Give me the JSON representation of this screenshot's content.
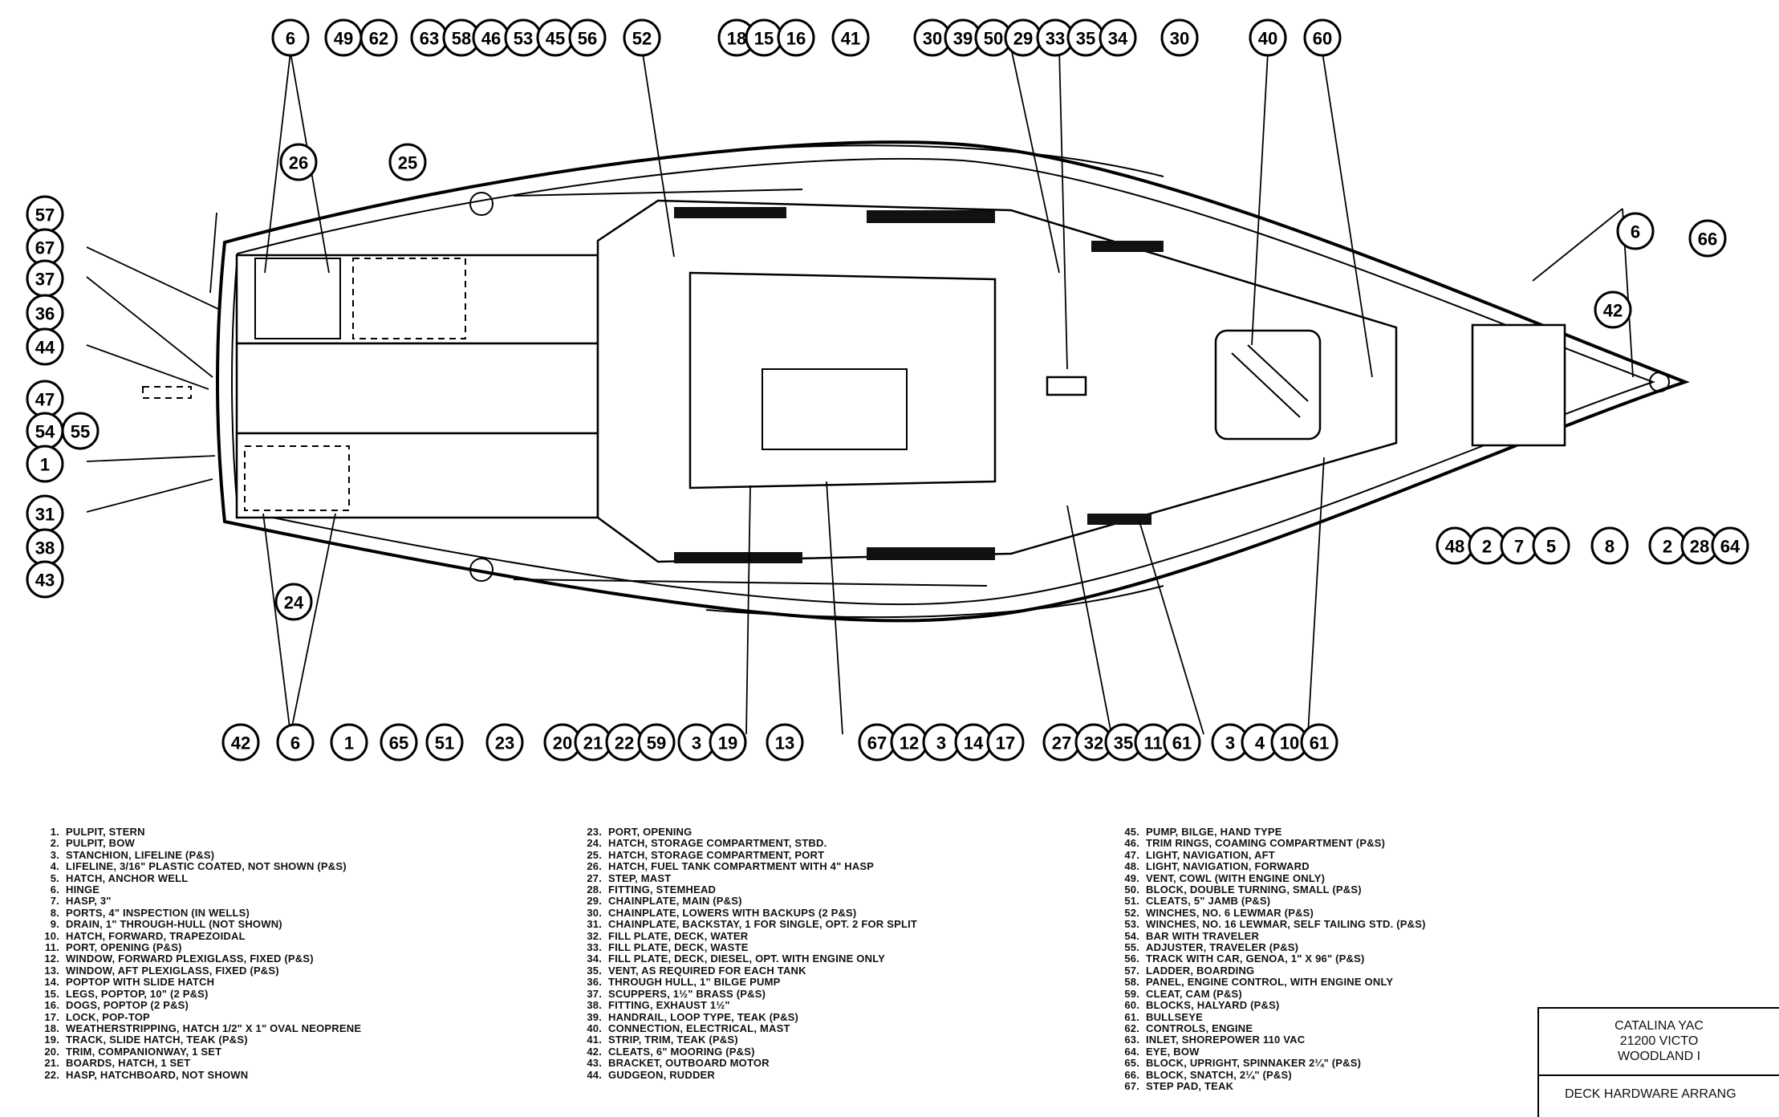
{
  "callouts_top": [
    "6",
    "49",
    "62",
    "63",
    "58",
    "46",
    "53",
    "45",
    "56",
    "52",
    "18",
    "15",
    "16",
    "41",
    "30",
    "39",
    "50",
    "29",
    "33",
    "35",
    "34",
    "30",
    "40",
    "60"
  ],
  "callouts_left": [
    "57",
    "67",
    "37",
    "36",
    "44",
    "47",
    "54",
    "55",
    "1",
    "31",
    "38",
    "43"
  ],
  "callouts_interior": [
    "26",
    "25",
    "24"
  ],
  "callouts_bow": [
    "6",
    "66",
    "42",
    "48",
    "2",
    "7",
    "5",
    "8",
    "2",
    "28",
    "64"
  ],
  "callouts_bottom": [
    "42",
    "6",
    "1",
    "65",
    "51",
    "23",
    "20",
    "21",
    "22",
    "59",
    "3",
    "19",
    "13",
    "67",
    "12",
    "3",
    "14",
    "17",
    "27",
    "32",
    "35",
    "11",
    "61",
    "3",
    "4",
    "10",
    "61"
  ],
  "legend": [
    [
      {
        "n": "1.",
        "t": "PULPIT, STERN"
      },
      {
        "n": "2.",
        "t": "PULPIT, BOW"
      },
      {
        "n": "3.",
        "t": "STANCHION, LIFELINE (P&S)"
      },
      {
        "n": "4.",
        "t": "LIFELINE, 3/16\" PLASTIC COATED, NOT SHOWN (P&S)"
      },
      {
        "n": "5.",
        "t": "HATCH, ANCHOR WELL"
      },
      {
        "n": "6.",
        "t": "HINGE"
      },
      {
        "n": "7.",
        "t": "HASP, 3\""
      },
      {
        "n": "8.",
        "t": "PORTS, 4\" INSPECTION (IN WELLS)"
      },
      {
        "n": "9.",
        "t": "DRAIN, 1\" THROUGH-HULL (NOT SHOWN)"
      },
      {
        "n": "10.",
        "t": "HATCH, FORWARD, TRAPEZOIDAL"
      },
      {
        "n": "11.",
        "t": "PORT, OPENING (P&S)"
      },
      {
        "n": "12.",
        "t": "WINDOW, FORWARD PLEXIGLASS, FIXED (P&S)"
      },
      {
        "n": "13.",
        "t": "WINDOW, AFT PLEXIGLASS, FIXED (P&S)"
      },
      {
        "n": "14.",
        "t": "POPTOP WITH SLIDE HATCH"
      },
      {
        "n": "15.",
        "t": "LEGS, POPTOP, 10\" (2 P&S)"
      },
      {
        "n": "16.",
        "t": "DOGS, POPTOP (2 P&S)"
      },
      {
        "n": "17.",
        "t": "LOCK, POP-TOP"
      },
      {
        "n": "18.",
        "t": "WEATHERSTRIPPING, HATCH 1/2\" x 1\" OVAL NEOPRENE"
      },
      {
        "n": "19.",
        "t": "TRACK, SLIDE HATCH, TEAK (P&S)"
      },
      {
        "n": "20.",
        "t": "TRIM, COMPANIONWAY, 1 SET"
      },
      {
        "n": "21.",
        "t": "BOARDS, HATCH, 1 SET"
      },
      {
        "n": "22.",
        "t": "HASP, HATCHBOARD, NOT SHOWN"
      }
    ],
    [
      {
        "n": "23.",
        "t": "PORT, OPENING"
      },
      {
        "n": "24.",
        "t": "HATCH, STORAGE COMPARTMENT, STBD."
      },
      {
        "n": "25.",
        "t": "HATCH, STORAGE COMPARTMENT, PORT"
      },
      {
        "n": "26.",
        "t": "HATCH, FUEL TANK COMPARTMENT WITH 4\" HASP"
      },
      {
        "n": "27.",
        "t": "STEP, MAST"
      },
      {
        "n": "28.",
        "t": "FITTING, STEMHEAD"
      },
      {
        "n": "29.",
        "t": "CHAINPLATE, MAIN (P&S)"
      },
      {
        "n": "30.",
        "t": "CHAINPLATE, LOWERS WITH BACKUPS (2 P&S)"
      },
      {
        "n": "31.",
        "t": "CHAINPLATE, BACKSTAY, 1 FOR SINGLE, OPT. 2 FOR SPLIT"
      },
      {
        "n": "32.",
        "t": "FILL PLATE, DECK, WATER"
      },
      {
        "n": "33.",
        "t": "FILL PLATE, DECK, WASTE"
      },
      {
        "n": "34.",
        "t": "FILL PLATE, DECK, DIESEL, OPT. WITH ENGINE ONLY"
      },
      {
        "n": "35.",
        "t": "VENT, AS REQUIRED FOR EACH TANK"
      },
      {
        "n": "36.",
        "t": "THROUGH HULL, 1\" BILGE PUMP"
      },
      {
        "n": "37.",
        "t": "SCUPPERS, 1½\" BRASS (P&S)"
      },
      {
        "n": "38.",
        "t": "FITTING, EXHAUST 1½\""
      },
      {
        "n": "39.",
        "t": "HANDRAIL, LOOP TYPE, TEAK (P&S)"
      },
      {
        "n": "40.",
        "t": "CONNECTION, ELECTRICAL, MAST"
      },
      {
        "n": "41.",
        "t": "STRIP, TRIM, TEAK (P&S)"
      },
      {
        "n": "42.",
        "t": "CLEATS, 6\" MOORING (P&S)"
      },
      {
        "n": "43.",
        "t": "BRACKET, OUTBOARD MOTOR"
      },
      {
        "n": "44.",
        "t": "GUDGEON, RUDDER"
      }
    ],
    [
      {
        "n": "45.",
        "t": "PUMP, BILGE, HAND TYPE"
      },
      {
        "n": "46.",
        "t": "TRIM RINGS, COAMING COMPARTMENT (P&S)"
      },
      {
        "n": "47.",
        "t": "LIGHT, NAVIGATION, AFT"
      },
      {
        "n": "48.",
        "t": "LIGHT, NAVIGATION, FORWARD"
      },
      {
        "n": "49.",
        "t": "VENT, COWL (WITH ENGINE ONLY)"
      },
      {
        "n": "50.",
        "t": "BLOCK, DOUBLE TURNING, SMALL (P&S)"
      },
      {
        "n": "51.",
        "t": "CLEATS, 5\" JAMB (P&S)"
      },
      {
        "n": "52.",
        "t": "WINCHES, NO. 6 LEWMAR (P&S)"
      },
      {
        "n": "53.",
        "t": "WINCHES, NO. 16 LEWMAR, SELF TAILING STD. (P&S)"
      },
      {
        "n": "54.",
        "t": "BAR WITH TRAVELER"
      },
      {
        "n": "55.",
        "t": "ADJUSTER, TRAVELER (P&S)"
      },
      {
        "n": "56.",
        "t": "TRACK WITH CAR, GENOA, 1\" x 96\" (P&S)"
      },
      {
        "n": "57.",
        "t": "LADDER, BOARDING"
      },
      {
        "n": "58.",
        "t": "PANEL, ENGINE CONTROL, WITH ENGINE ONLY"
      },
      {
        "n": "59.",
        "t": "CLEAT, CAM (P&S)"
      },
      {
        "n": "60.",
        "t": "BLOCKS, HALYARD (P&S)"
      },
      {
        "n": "61.",
        "t": "BULLSEYE"
      },
      {
        "n": "62.",
        "t": "CONTROLS, ENGINE"
      },
      {
        "n": "63.",
        "t": "INLET, SHOREPOWER 110 VAC"
      },
      {
        "n": "64.",
        "t": "EYE, BOW"
      },
      {
        "n": "65.",
        "t": "BLOCK, UPRIGHT, SPINNAKER 2¼\" (P&S)"
      },
      {
        "n": "66.",
        "t": "BLOCK, SNATCH, 2¼\" (P&S)"
      },
      {
        "n": "67.",
        "t": "STEP PAD, TEAK"
      }
    ]
  ],
  "title_block": {
    "line1": "CATALINA YAC",
    "line2": "21200 VICTO",
    "line3": "WOODLAND I",
    "drawing_title": "DECK HARDWARE ARRANG"
  }
}
